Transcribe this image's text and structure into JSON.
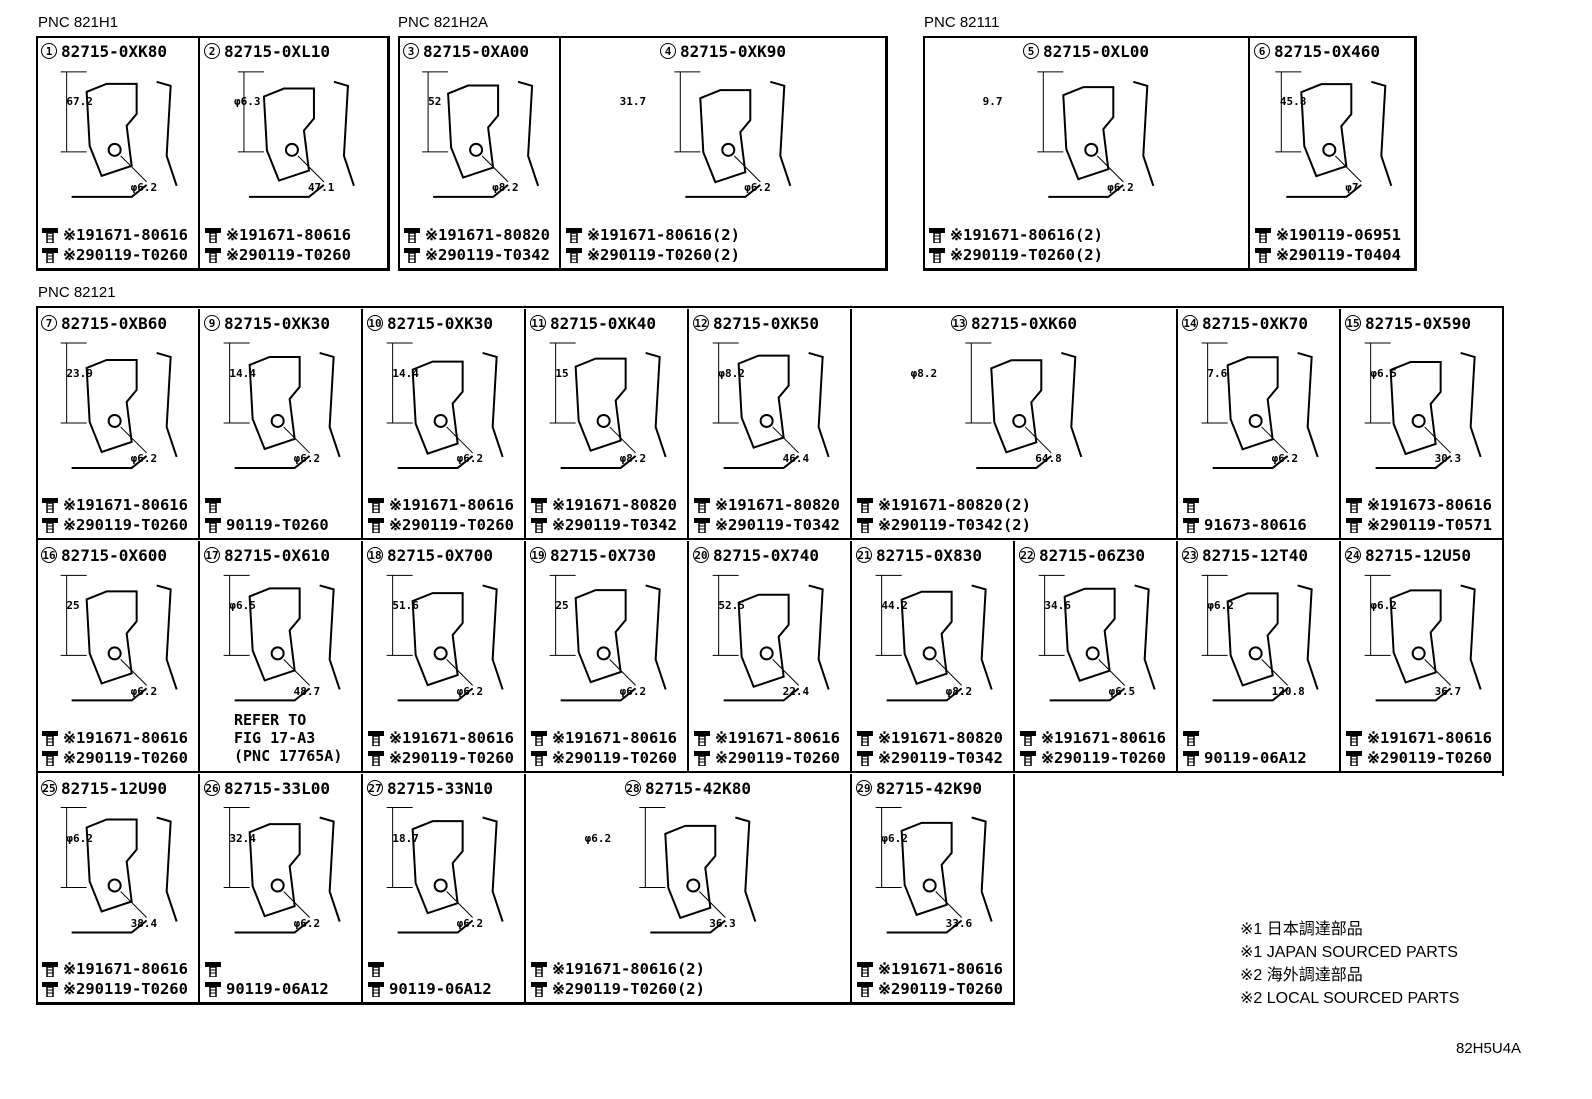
{
  "groups": [
    {
      "pnc": "PNC 821H1"
    },
    {
      "pnc": "PNC 821H2A"
    },
    {
      "pnc": "PNC 82111"
    },
    {
      "pnc": "PNC 82121"
    }
  ],
  "parts": [
    {
      "n": "1",
      "part": "82715-0XK80",
      "f": [
        "※191671-80616",
        "※290119-T0260"
      ],
      "dims": [
        "67.2",
        "φ6.2"
      ]
    },
    {
      "n": "2",
      "part": "82715-0XL10",
      "f": [
        "※191671-80616",
        "※290119-T0260"
      ],
      "dims": [
        "φ6.3",
        "47.1"
      ]
    },
    {
      "n": "3",
      "part": "82715-0XA00",
      "f": [
        "※191671-80820",
        "※290119-T0342"
      ],
      "dims": [
        "52",
        "φ8.2"
      ]
    },
    {
      "n": "4",
      "part": "82715-0XK90",
      "f": [
        "※191671-80616(2)",
        "※290119-T0260(2)"
      ],
      "dims": [
        "31.7",
        "φ6.2"
      ]
    },
    {
      "n": "5",
      "part": "82715-0XL00",
      "f": [
        "※191671-80616(2)",
        "※290119-T0260(2)"
      ],
      "dims": [
        "9.7",
        "φ6.2"
      ]
    },
    {
      "n": "6",
      "part": "82715-0X460",
      "f": [
        "※190119-06951",
        "※290119-T0404"
      ],
      "dims": [
        "45.8",
        "φ7"
      ]
    },
    {
      "n": "7",
      "part": "82715-0XB60",
      "f": [
        "※191671-80616",
        "※290119-T0260"
      ],
      "dims": [
        "23.9",
        "φ6.2"
      ]
    },
    {
      "n": "9",
      "part": "82715-0XK30",
      "f": [
        "",
        "90119-T0260"
      ],
      "dims": [
        "14.4",
        "φ6.2"
      ]
    },
    {
      "n": "10",
      "part": "82715-0XK30",
      "f": [
        "※191671-80616",
        "※290119-T0260"
      ],
      "dims": [
        "14.4",
        "φ6.2"
      ]
    },
    {
      "n": "11",
      "part": "82715-0XK40",
      "f": [
        "※191671-80820",
        "※290119-T0342"
      ],
      "dims": [
        "15",
        "φ8.2"
      ]
    },
    {
      "n": "12",
      "part": "82715-0XK50",
      "f": [
        "※191671-80820",
        "※290119-T0342"
      ],
      "dims": [
        "φ8.2",
        "46.4"
      ]
    },
    {
      "n": "13",
      "part": "82715-0XK60",
      "f": [
        "※191671-80820(2)",
        "※290119-T0342(2)"
      ],
      "dims": [
        "φ8.2",
        "64.8"
      ]
    },
    {
      "n": "14",
      "part": "82715-0XK70",
      "f": [
        "",
        "91673-80616"
      ],
      "dims": [
        "7.6",
        "φ6.2"
      ]
    },
    {
      "n": "15",
      "part": "82715-0X590",
      "f": [
        "※191673-80616",
        "※290119-T0571"
      ],
      "dims": [
        "φ6.5",
        "30.3"
      ]
    },
    {
      "n": "16",
      "part": "82715-0X600",
      "f": [
        "※191671-80616",
        "※290119-T0260"
      ],
      "dims": [
        "25",
        "φ6.2"
      ]
    },
    {
      "n": "17",
      "part": "82715-0X610",
      "f": [],
      "dims": [
        "φ6.5",
        "48.7"
      ],
      "note": [
        "REFER TO",
        "FIG 17-A3",
        "(PNC 17765A)"
      ]
    },
    {
      "n": "18",
      "part": "82715-0X700",
      "f": [
        "※191671-80616",
        "※290119-T0260"
      ],
      "dims": [
        "51.6",
        "φ6.2"
      ]
    },
    {
      "n": "19",
      "part": "82715-0X730",
      "f": [
        "※191671-80616",
        "※290119-T0260"
      ],
      "dims": [
        "25",
        "φ6.2"
      ]
    },
    {
      "n": "20",
      "part": "82715-0X740",
      "f": [
        "※191671-80616",
        "※290119-T0260"
      ],
      "dims": [
        "52.5",
        "22.4"
      ]
    },
    {
      "n": "21",
      "part": "82715-0X830",
      "f": [
        "※191671-80820",
        "※290119-T0342"
      ],
      "dims": [
        "44.2",
        "φ8.2"
      ]
    },
    {
      "n": "22",
      "part": "82715-06Z30",
      "f": [
        "※191671-80616",
        "※290119-T0260"
      ],
      "dims": [
        "34.6",
        "φ6.5"
      ]
    },
    {
      "n": "23",
      "part": "82715-12T40",
      "f": [
        "",
        "90119-06A12"
      ],
      "dims": [
        "φ6.2",
        "120.8"
      ]
    },
    {
      "n": "24",
      "part": "82715-12U50",
      "f": [
        "※191671-80616",
        "※290119-T0260"
      ],
      "dims": [
        "φ6.2",
        "36.7"
      ]
    },
    {
      "n": "25",
      "part": "82715-12U90",
      "f": [
        "※191671-80616",
        "※290119-T0260"
      ],
      "dims": [
        "φ6.2",
        "38.4"
      ]
    },
    {
      "n": "26",
      "part": "82715-33L00",
      "f": [
        "",
        "90119-06A12"
      ],
      "dims": [
        "32.4",
        "φ6.2"
      ]
    },
    {
      "n": "27",
      "part": "82715-33N10",
      "f": [
        "",
        "90119-06A12"
      ],
      "dims": [
        "18.7",
        "φ6.2"
      ]
    },
    {
      "n": "28",
      "part": "82715-42K80",
      "f": [
        "※191671-80616(2)",
        "※290119-T0260(2)"
      ],
      "dims": [
        "φ6.2",
        "36.3"
      ]
    },
    {
      "n": "29",
      "part": "82715-42K90",
      "f": [
        "※191671-80616",
        "※290119-T0260"
      ],
      "dims": [
        "φ6.2",
        "33.6"
      ]
    }
  ],
  "legend": [
    "※1 日本調達部品",
    "※1 JAPAN SOURCED PARTS",
    "※2 海外調達部品",
    "※2 LOCAL SOURCED PARTS"
  ],
  "drawing_code": "82H5U4A"
}
